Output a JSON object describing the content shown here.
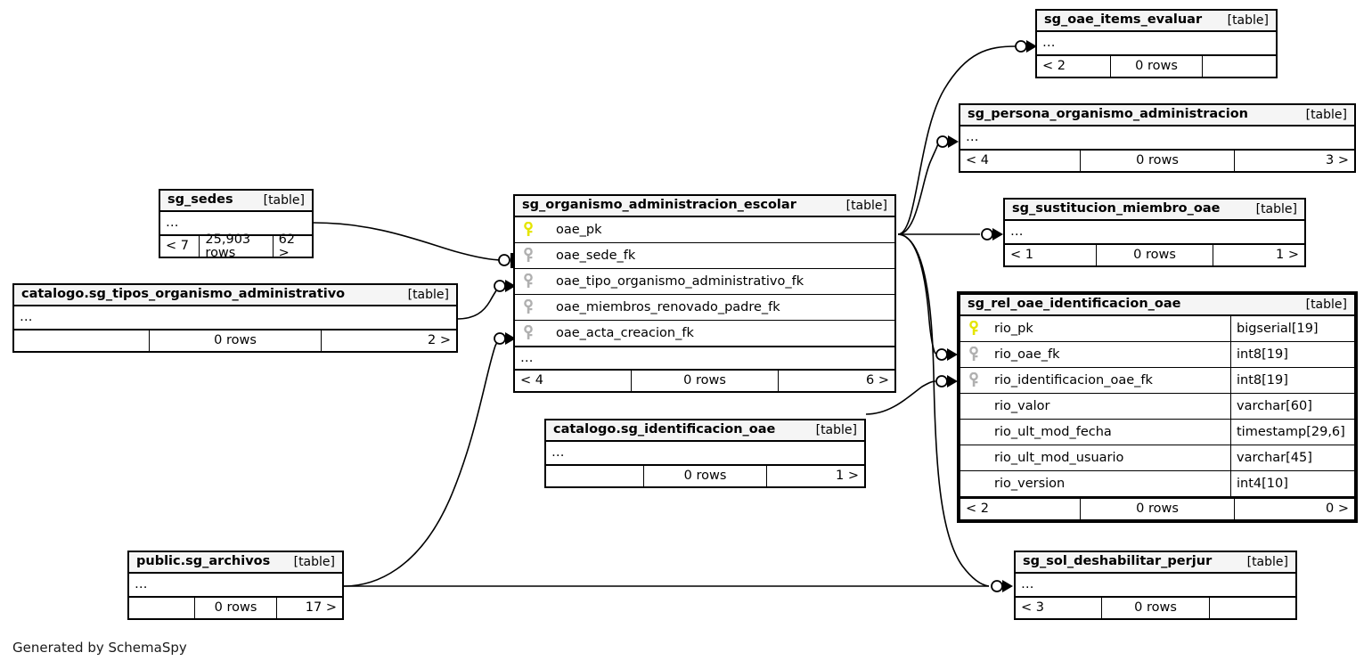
{
  "diagram": {
    "generator_credit": "Generated by SchemaSpy",
    "table_type_label": "[table]",
    "ellipsis": "…",
    "rows_suffix": "rows",
    "colors": {
      "pk_key": "#e5e500",
      "fk_key": "#b0b0b0",
      "header_bg": "#f5f5f5",
      "border": "#000000",
      "background": "#ffffff"
    }
  },
  "tables": {
    "sg_oae_items_evaluar": {
      "name": "sg_oae_items_evaluar",
      "type": "[table]",
      "ellipsis": "…",
      "footer": {
        "left": "< 2",
        "mid": "0 rows",
        "right": ""
      }
    },
    "sg_persona_organismo_administracion": {
      "name": "sg_persona_organismo_administracion",
      "type": "[table]",
      "ellipsis": "…",
      "footer": {
        "left": "< 4",
        "mid": "0 rows",
        "right": "3 >"
      }
    },
    "sg_sustitucion_miembro_oae": {
      "name": "sg_sustitucion_miembro_oae",
      "type": "[table]",
      "ellipsis": "…",
      "footer": {
        "left": "< 1",
        "mid": "0 rows",
        "right": "1 >"
      }
    },
    "sg_rel_oae_identificacion_oae": {
      "name": "sg_rel_oae_identificacion_oae",
      "type": "[table]",
      "focused": true,
      "columns": [
        {
          "key": "pk",
          "name": "rio_pk",
          "type": "bigserial[19]"
        },
        {
          "key": "fk",
          "name": "rio_oae_fk",
          "type": "int8[19]"
        },
        {
          "key": "fk",
          "name": "rio_identificacion_oae_fk",
          "type": "int8[19]"
        },
        {
          "key": "none",
          "name": "rio_valor",
          "type": "varchar[60]"
        },
        {
          "key": "none",
          "name": "rio_ult_mod_fecha",
          "type": "timestamp[29,6]"
        },
        {
          "key": "none",
          "name": "rio_ult_mod_usuario",
          "type": "varchar[45]"
        },
        {
          "key": "none",
          "name": "rio_version",
          "type": "int4[10]"
        }
      ],
      "footer": {
        "left": "< 2",
        "mid": "0 rows",
        "right": "0 >"
      }
    },
    "sg_sedes": {
      "name": "sg_sedes",
      "type": "[table]",
      "ellipsis": "…",
      "footer": {
        "left": "< 7",
        "mid": "25,903 rows",
        "right": "62 >"
      }
    },
    "catalogo_sg_tipos_organismo_administrativo": {
      "name": "catalogo.sg_tipos_organismo_administrativo",
      "type": "[table]",
      "ellipsis": "…",
      "footer": {
        "left": "",
        "mid": "0 rows",
        "right": "2 >"
      }
    },
    "sg_organismo_administracion_escolar": {
      "name": "sg_organismo_administracion_escolar",
      "type": "[table]",
      "ellipsis": "…",
      "columns": [
        {
          "key": "pk",
          "name": "oae_pk",
          "type": ""
        },
        {
          "key": "fk",
          "name": "oae_sede_fk",
          "type": ""
        },
        {
          "key": "fk",
          "name": "oae_tipo_organismo_administrativo_fk",
          "type": ""
        },
        {
          "key": "fk",
          "name": "oae_miembros_renovado_padre_fk",
          "type": ""
        },
        {
          "key": "fk",
          "name": "oae_acta_creacion_fk",
          "type": ""
        }
      ],
      "footer": {
        "left": "< 4",
        "mid": "0 rows",
        "right": "6 >"
      }
    },
    "catalogo_sg_identificacion_oae": {
      "name": "catalogo.sg_identificacion_oae",
      "type": "[table]",
      "ellipsis": "…",
      "footer": {
        "left": "",
        "mid": "0 rows",
        "right": "1 >"
      }
    },
    "public_sg_archivos": {
      "name": "public.sg_archivos",
      "type": "[table]",
      "ellipsis": "…",
      "footer": {
        "left": "",
        "mid": "0 rows",
        "right": "17 >"
      }
    },
    "sg_sol_deshabilitar_perjur": {
      "name": "sg_sol_deshabilitar_perjur",
      "type": "[table]",
      "ellipsis": "…",
      "footer": {
        "left": "< 3",
        "mid": "0 rows",
        "right": ""
      }
    }
  }
}
